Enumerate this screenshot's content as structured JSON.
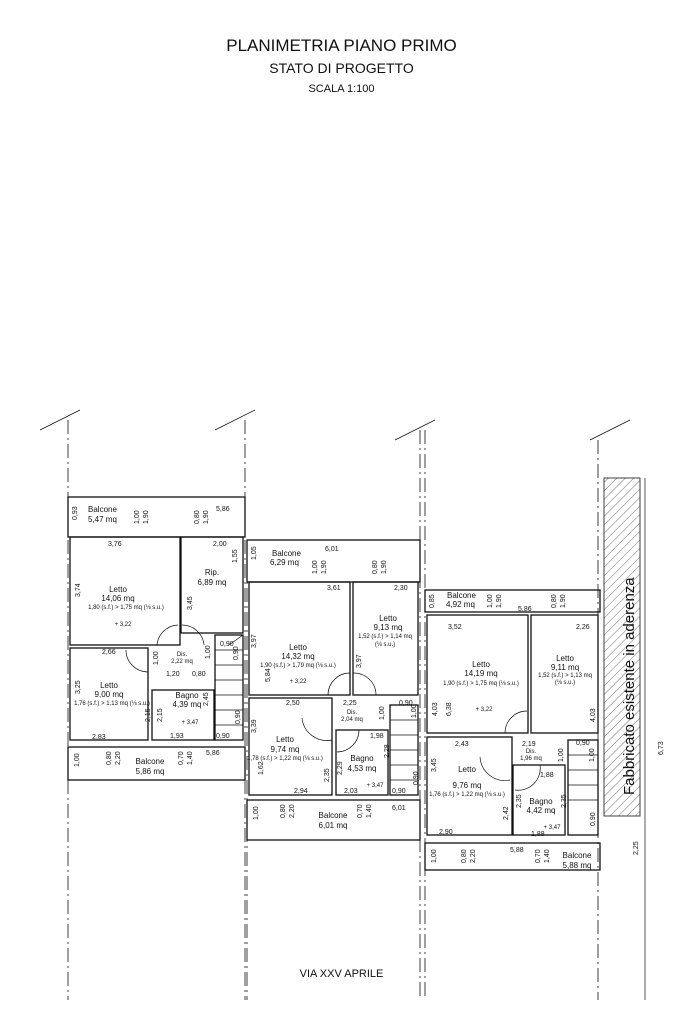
{
  "header": {
    "title": "PLANIMETRIA PIANO PRIMO",
    "subtitle": "STATO DI PROGETTO",
    "scale": "SCALA 1:100"
  },
  "footer": {
    "street": "VIA XXV APRILE"
  },
  "adjacent_building": "Fabbricato esistente in aderenza",
  "overall_dims": {
    "height": "6,73",
    "gap": "2,25"
  },
  "unit1": {
    "balcony_top": {
      "name": "Balcone",
      "area": "5,47 mq",
      "depth": "0,93",
      "width": "5,86",
      "w1a": "1,00",
      "w1b": "1,90",
      "w2a": "0,80",
      "w2b": "1,90"
    },
    "letto1": {
      "name": "Letto",
      "area": "14,06 mq",
      "ratio": "1,80 (s.f.) > 1,75 mq (⅛ s.u.)",
      "w": "3,76",
      "h": "3,74",
      "level": "+ 3,22"
    },
    "rip": {
      "name": "Rip.",
      "area": "6,89 mq",
      "w": "2,00",
      "h": "1,55",
      "h2": "3,45"
    },
    "dis": {
      "name": "Dis.",
      "area": "2,22 mq",
      "d1": "1,00",
      "d2": "1,20",
      "d3": "0,80",
      "d4": "1,00",
      "s1": "0,90",
      "s2": "0,90"
    },
    "letto2": {
      "name": "Letto",
      "area": "9,00 mq",
      "ratio": "1,76 (s.f.) > 1,13 mq (⅛ s.u.)",
      "w": "2,66",
      "h": "3,25",
      "h2": "2,15",
      "w2": "2,83"
    },
    "bagno": {
      "name": "Bagno",
      "area": "4,39 mq",
      "h": "2,45",
      "h2": "2,15",
      "w": "1,93",
      "level": "+ 3,47",
      "s1": "0,90",
      "s2": "0,90"
    },
    "balcony_bottom": {
      "name": "Balcone",
      "area": "5,86 mq",
      "depth": "1,00",
      "width": "5,86",
      "w1a": "0,80",
      "w1b": "2,20",
      "w2a": "0,70",
      "w2b": "1,40"
    }
  },
  "unit2": {
    "balcony_top": {
      "name": "Balcone",
      "area": "6,29 mq",
      "depth": "1,05",
      "width": "6,01",
      "w1a": "1,00",
      "w1b": "1,90",
      "w2a": "0,80",
      "w2b": "1,90"
    },
    "letto1": {
      "name": "Letto",
      "area": "14,32 mq",
      "ratio": "1,90 (s.f.) > 1,79 mq (⅛ s.u.)",
      "w": "3,61",
      "h": "3,97",
      "h2": "5,84",
      "level": "+ 3,22"
    },
    "letto2": {
      "name": "Letto",
      "area": "9,13 mq",
      "ratio": "1,52 (s.f.) > 1,14 mq",
      "ratio2": "(⅛ s.u.)",
      "w": "2,30",
      "h": "3,97"
    },
    "dis": {
      "name": "Dis.",
      "area": "2,04 mq",
      "w": "2,25",
      "w2": "2,50",
      "d1": "1,00",
      "s1": "0,90",
      "s2": "1,00"
    },
    "letto3": {
      "name": "Letto",
      "area": "9,74 mq",
      "ratio": "1,78 (s.f.) > 1,22 mq (⅛ s.u.)",
      "h": "3,39",
      "h2": "1,62",
      "h3": "2,35",
      "w": "2,94"
    },
    "bagno": {
      "name": "Bagno",
      "area": "4,53 mq",
      "w": "1,98",
      "h": "2,28",
      "h2": "2,29",
      "w2": "2,03",
      "level": "+ 3,47",
      "s1": "0,90",
      "s2": "0,90"
    },
    "balcony_bottom": {
      "name": "Balcone",
      "area": "6,01 mq",
      "depth": "1,00",
      "width": "6,01",
      "w1a": "0,80",
      "w1b": "2,20",
      "w2a": "0,70",
      "w2b": "1,40"
    }
  },
  "unit3": {
    "balcony_top": {
      "name": "Balcone",
      "area": "4,92 mq",
      "depth": "0,85",
      "width": "5,86",
      "w1a": "1,00",
      "w1b": "1,90",
      "w2a": "0,80",
      "w2b": "1,90"
    },
    "letto1": {
      "name": "Letto",
      "area": "14,19 mq",
      "ratio": "1,90 (s.f.) > 1,75 mq (⅛ s.u.)",
      "w": "3,52",
      "h": "4,03",
      "h2": "6,38",
      "level": "+ 3,22"
    },
    "letto2": {
      "name": "Letto",
      "area": "9,11 mq",
      "ratio": "1,52 (s.f.) > 1,13 mq",
      "ratio2": "(⅛ s.u.)",
      "w": "2,26",
      "h": "4,03"
    },
    "dis": {
      "name": "Dis.",
      "area": "1,96 mq",
      "w": "2,19",
      "d1": "1,00",
      "s1": "0,90",
      "s2": "1,00"
    },
    "letto3": {
      "name": "Letto",
      "area": "9,76 mq",
      "ratio": "1,76 (s.f.) > 1,22 mq (⅛ s.u.)",
      "w": "2,43",
      "h": "3,45",
      "h2": "2,42",
      "w2": "2,90"
    },
    "bagno": {
      "name": "Bagno",
      "area": "4,42 mq",
      "w": "1,88",
      "h": "2,35",
      "h2": "2,35",
      "w2": "1,88",
      "level": "+ 3,47",
      "s1": "0,90"
    },
    "balcony_bottom": {
      "name": "Balcone",
      "area": "5,88 mq",
      "depth": "1,00",
      "width": "5,88",
      "w1a": "0,80",
      "w1b": "2,20",
      "w2a": "0,70",
      "w2b": "1,40"
    }
  }
}
